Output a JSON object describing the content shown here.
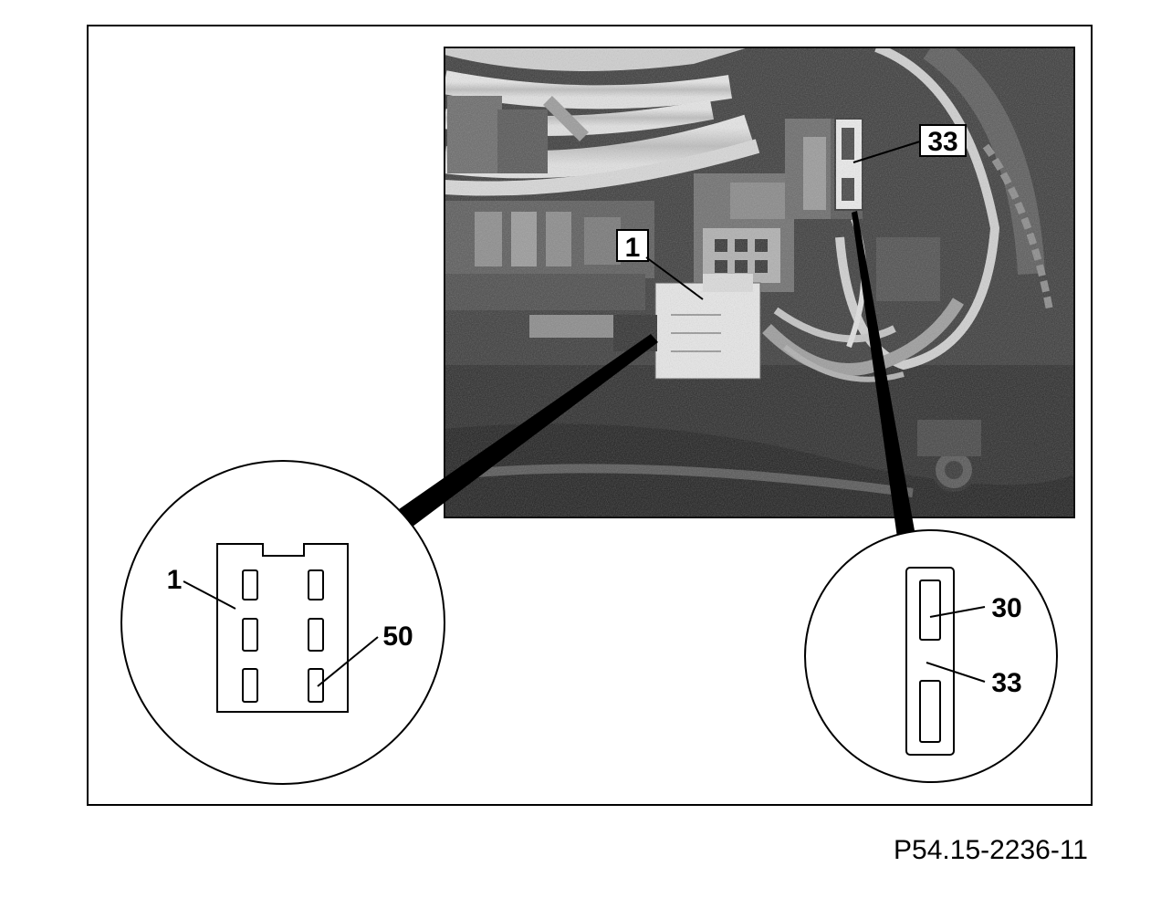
{
  "figure": {
    "reference_code": "P54.15-2236-11",
    "photo_callouts": {
      "connector_label": "1",
      "relay_label": "33"
    },
    "connector_detail": {
      "pin_label_left": "1",
      "pin_label_right": "50"
    },
    "relay_detail": {
      "terminal_upper": "30",
      "terminal_lower": "33"
    }
  }
}
